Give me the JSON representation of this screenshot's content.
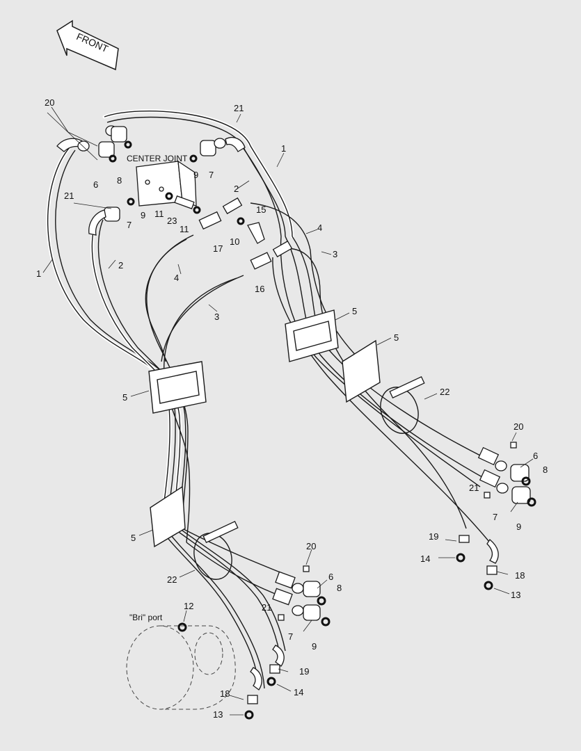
{
  "direction_label": "FRONT",
  "center_joint_label": "CENTER JOINT",
  "port_label": "\"Bri\" port",
  "callouts": [
    "1",
    "2",
    "3",
    "4",
    "5",
    "6",
    "7",
    "8",
    "9",
    "10",
    "11",
    "12",
    "13",
    "14",
    "15",
    "16",
    "17",
    "18",
    "19",
    "20",
    "21",
    "22",
    "23"
  ],
  "colors": {
    "background": "#e8e8e8",
    "line": "#1a1a1a",
    "fill": "#ffffff"
  }
}
